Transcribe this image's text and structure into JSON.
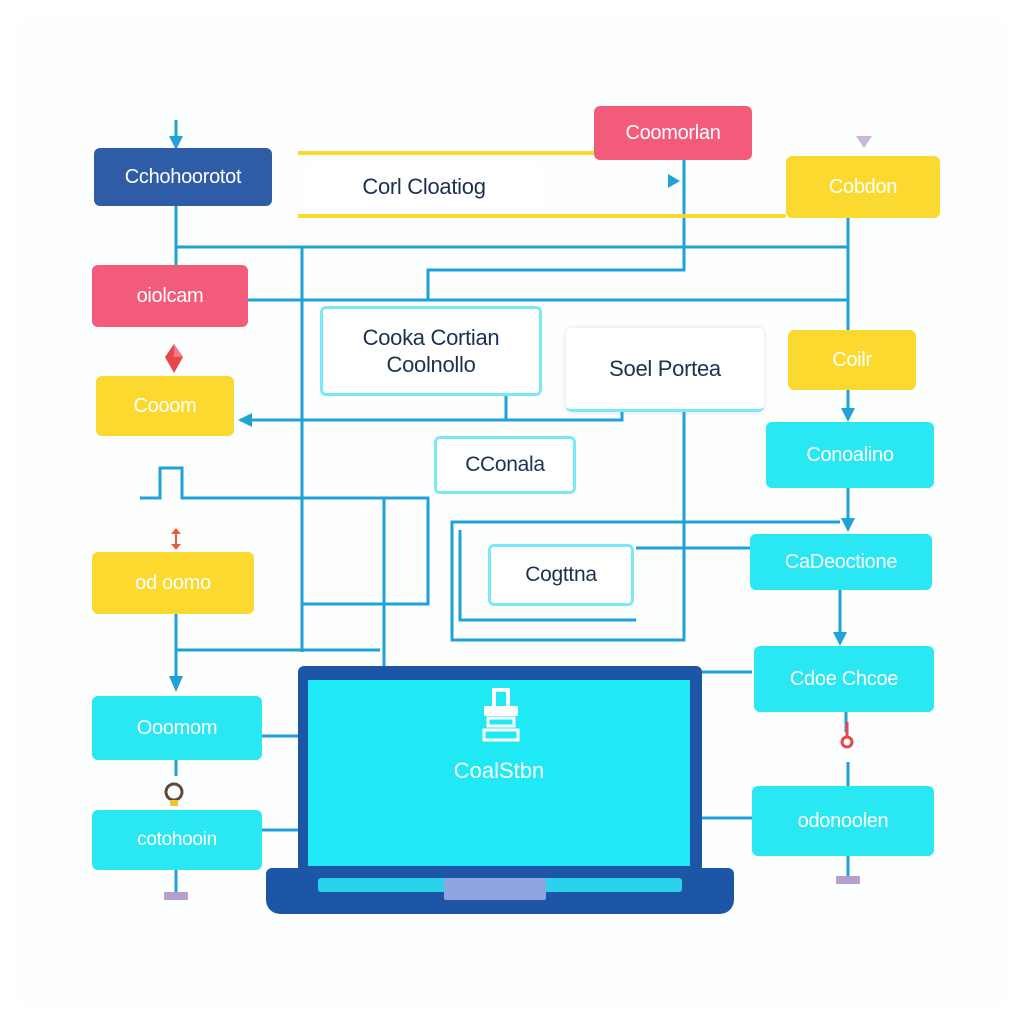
{
  "nodes": {
    "top_left": "Cchohoorotot",
    "top_center_title": "Corl Cloatiog",
    "top_right_pink": "Coomorlan",
    "top_right_yellow": "Cobdon",
    "left_pink": "oiolcam",
    "center_card_1_line1": "Cooka Cortian",
    "center_card_1_line2": "Coolnollo",
    "center_card_2": "Soel Portea",
    "right_yellow_small": "Coilr",
    "left_yellow_1": "Cooom",
    "center_box_1": "CConala",
    "right_cyan_1": "Conoalino",
    "left_yellow_2": "od oomo",
    "center_box_2": "Cogttna",
    "right_cyan_2": "CaDeoctione",
    "right_cyan_3": "Cdoe Chcoe",
    "left_cyan_1": "Ooomom",
    "left_cyan_2": "cotohooin",
    "right_cyan_4": "odonoolen",
    "laptop": "CoalStbn"
  },
  "colors": {
    "wire": "#1fa3d6",
    "navy": "#2f5ca6",
    "pink": "#f25b7a",
    "yellow": "#fbd92f",
    "cyan": "#2ae7f4",
    "outline": "#7be9f6",
    "laptop": "#1d56a6"
  },
  "icons": [
    "arrow-down-icon",
    "arrow-right-icon",
    "gem-icon",
    "dual-arrow-icon",
    "pin-icon",
    "bulb-icon",
    "lock-icon",
    "terminal-icon",
    "tee-icon"
  ]
}
